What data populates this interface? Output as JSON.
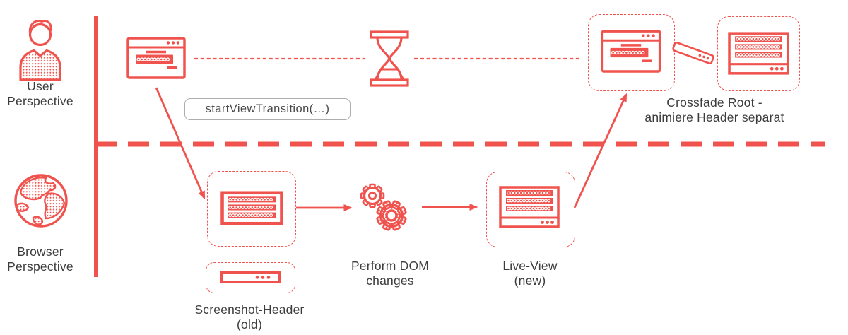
{
  "colors": {
    "accent": "#F0534E",
    "label_text": "#3C3C3C",
    "callout_border": "#ADADAD",
    "callout_text": "#4A4A4A",
    "background": "#FFFFFF"
  },
  "lanes": {
    "user": {
      "icon": "person-icon",
      "line1": "User",
      "line2": "Perspective"
    },
    "browser": {
      "icon": "globe-icon",
      "line1": "Browser",
      "line2": "Perspective"
    }
  },
  "callout": {
    "label": "startViewTransition(…)"
  },
  "labels": {
    "perform_dom": {
      "line1": "Perform DOM",
      "line2": "changes"
    },
    "live_view": {
      "line1": "Live-View",
      "line2": "(new)"
    },
    "screenshot_header": {
      "line1": "Screenshot-Header",
      "line2": "(old)"
    },
    "crossfade_root": {
      "line1": "Crossfade Root -",
      "line2": "animiere Header separat"
    }
  },
  "icons": [
    "person-icon",
    "globe-icon",
    "browser-window-icon",
    "hourglass-icon",
    "screenshot-view-icon",
    "screenshot-header-icon",
    "gears-icon",
    "live-view-icon",
    "flying-header-icon",
    "content-list-icon"
  ]
}
